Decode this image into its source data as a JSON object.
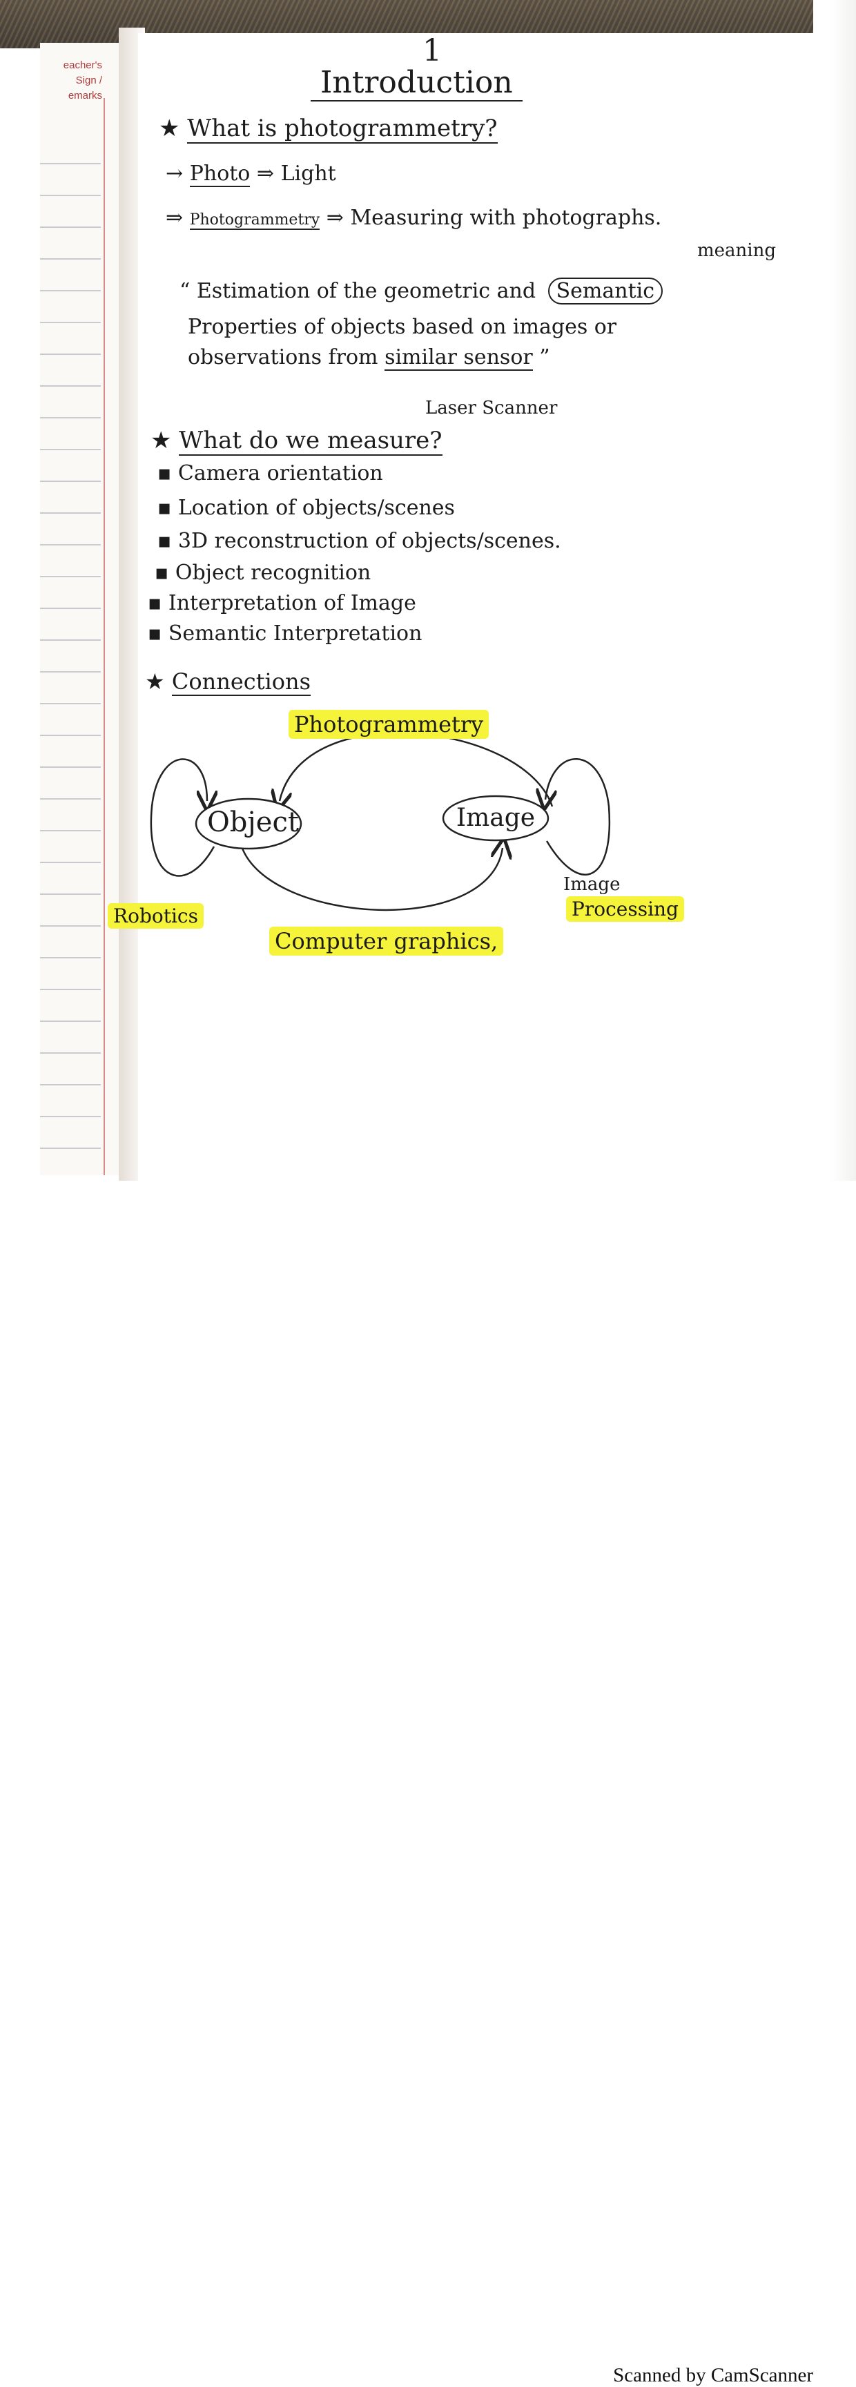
{
  "margin": {
    "teacher_label_1": "eacher's",
    "teacher_label_2": "Sign /",
    "teacher_label_3": "emarks"
  },
  "page": {
    "number": "1",
    "title": "Introduction",
    "q1": "What is photogrammetry?",
    "photo_word": "Photo",
    "photo_meaning": "Light",
    "photogrammetry_word": "Photogrammetry",
    "photogrammetry_meaning": "Measuring with photographs.",
    "meaning_note": "meaning",
    "quote_line1": "Estimation of the geometric and",
    "quote_semantic": "Semantic",
    "quote_line2": "Properties of objects based on images or",
    "quote_line3_a": "observations from",
    "quote_line3_b": "similar sensor",
    "laser_note": "Laser Scanner",
    "q2": "What do we measure?",
    "measure_items": [
      "Camera orientation",
      "Location of objects/scenes",
      "3D reconstruction of objects/scenes.",
      "Object recognition",
      "Interpretation of Image",
      "Semantic Interpretation"
    ],
    "connections_heading": "Connections"
  },
  "diagram": {
    "node_object": "Object",
    "node_image": "Image",
    "label_top": "Photogrammetry",
    "label_bottom": "Computer graphics,",
    "label_left": "Robotics",
    "label_right_1": "Image",
    "label_right_2": "Processing",
    "highlight_color": "#f5f33a"
  },
  "footer": {
    "scanner": "Scanned by CamScanner"
  }
}
